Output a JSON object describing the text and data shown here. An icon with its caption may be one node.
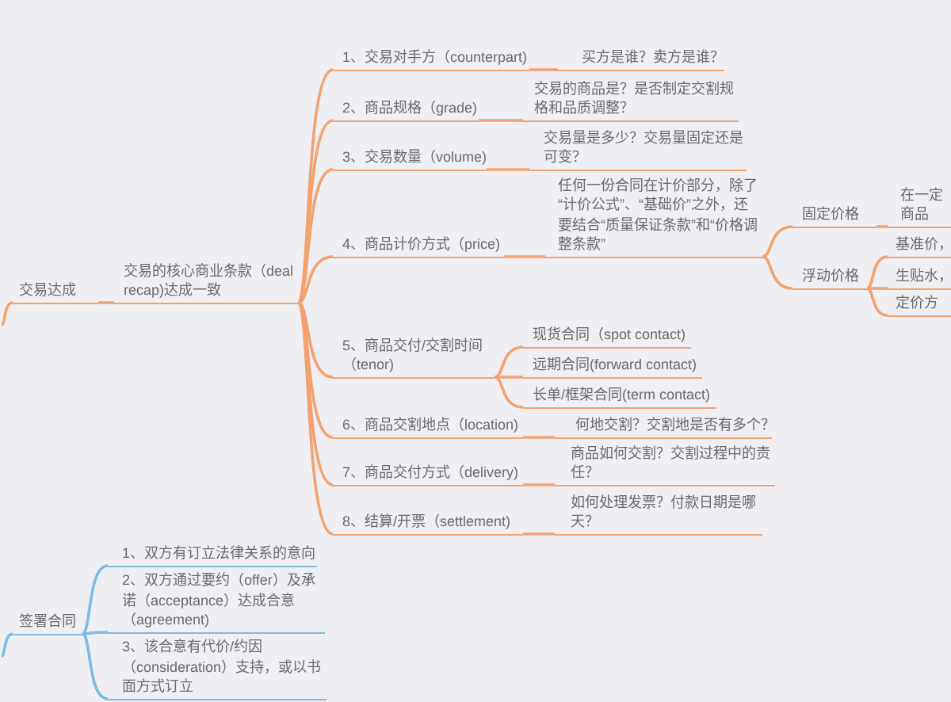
{
  "diagram": {
    "nodes": [
      {
        "text": [
          "交易达成"
        ]
      },
      {
        "text": [
          "交易的核心商业条款（deal recap)达成一致"
        ]
      },
      {
        "text": [
          "1、交易对手方（counterpart)"
        ]
      },
      {
        "text": [
          "买方是谁？卖方是谁？"
        ]
      },
      {
        "text": [
          "2、商品规格（grade)"
        ]
      },
      {
        "text": [
          "交易的商品是？是否制定交割规格和品质调整？"
        ]
      },
      {
        "text": [
          "3、交易数量（volume)"
        ]
      },
      {
        "text": [
          "交易量是多少？交易量固定还是可变？"
        ]
      },
      {
        "text": [
          "4、商品计价方式（price)"
        ]
      },
      {
        "text": [
          "任何一份合同在计价部分，除了“计价公式”、“基础价”之外，还要结合“质量保证条款”和“价格调整条款”"
        ]
      },
      {
        "text": [
          "固定价格"
        ]
      },
      {
        "text": [
          "在一定商品"
        ]
      },
      {
        "text": [
          "浮动价格"
        ]
      },
      {
        "text": [
          "基准价，"
        ]
      },
      {
        "text": [
          "生贴水，"
        ]
      },
      {
        "text": [
          "定价方"
        ]
      },
      {
        "text": [
          "5、商品交付/交割时间（tenor)"
        ]
      },
      {
        "text": [
          "现货合同（spot contact)"
        ]
      },
      {
        "text": [
          "远期合同(forward contact)"
        ]
      },
      {
        "text": [
          "长单/框架合同(term contact)"
        ]
      },
      {
        "text": [
          "6、商品交割地点（location)"
        ]
      },
      {
        "text": [
          "何地交割？交割地是否有多个？"
        ]
      },
      {
        "text": [
          "7、商品交付方式（delivery)"
        ]
      },
      {
        "text": [
          "商品如何交割？交割过程中的责任？"
        ]
      },
      {
        "text": [
          "8、结算/开票（settlement)"
        ]
      },
      {
        "text": [
          "如何处理发票？付款日期是哪天？"
        ]
      },
      {
        "text": [
          "签署合同"
        ]
      },
      {
        "text": [
          "1、双方有订立法律关系的意向"
        ]
      },
      {
        "text": [
          "2、双方通过要约（offer）及承诺（acceptance）达成合意（agreement)"
        ]
      },
      {
        "text": [
          "3、该合意有代价/约因（consideration）支持，或以书面方式订立"
        ]
      }
    ],
    "edges": [
      {
        "from": null,
        "to": 0,
        "arrow": "none"
      },
      {
        "from": 0,
        "to": 1,
        "arrow": "none"
      },
      {
        "from": 1,
        "to": 2,
        "arrow": "none"
      },
      {
        "from": 1,
        "to": 4,
        "arrow": "none"
      },
      {
        "from": 1,
        "to": 6,
        "arrow": "none"
      },
      {
        "from": 1,
        "to": 8,
        "arrow": "none"
      },
      {
        "from": 1,
        "to": 16,
        "arrow": "none"
      },
      {
        "from": 1,
        "to": 20,
        "arrow": "none"
      },
      {
        "from": 1,
        "to": 22,
        "arrow": "none"
      },
      {
        "from": 1,
        "to": 24,
        "arrow": "none"
      },
      {
        "from": 2,
        "to": 3,
        "arrow": "none"
      },
      {
        "from": 4,
        "to": 5,
        "arrow": "none"
      },
      {
        "from": 6,
        "to": 7,
        "arrow": "none"
      },
      {
        "from": 8,
        "to": 9,
        "arrow": "none"
      },
      {
        "from": 9,
        "to": 10,
        "arrow": "none"
      },
      {
        "from": 9,
        "to": 12,
        "arrow": "none"
      },
      {
        "from": 10,
        "to": 11,
        "arrow": "none"
      },
      {
        "from": 12,
        "to": 13,
        "arrow": "none"
      },
      {
        "from": 12,
        "to": 14,
        "arrow": "none"
      },
      {
        "from": 12,
        "to": 15,
        "arrow": "none"
      },
      {
        "from": 16,
        "to": 17,
        "arrow": "none"
      },
      {
        "from": 16,
        "to": 18,
        "arrow": "none"
      },
      {
        "from": 16,
        "to": 19,
        "arrow": "none"
      },
      {
        "from": 20,
        "to": 21,
        "arrow": "none"
      },
      {
        "from": 22,
        "to": 23,
        "arrow": "none"
      },
      {
        "from": 24,
        "to": 25,
        "arrow": "none"
      },
      {
        "from": null,
        "to": 26,
        "arrow": "none",
        "color": "#7dbbe4"
      },
      {
        "from": 26,
        "to": 27,
        "arrow": "none",
        "color": "#7dbbe4"
      },
      {
        "from": 26,
        "to": 28,
        "arrow": "none",
        "color": "#7dbbe4"
      },
      {
        "from": 26,
        "to": 29,
        "arrow": "none",
        "color": "#7dbbe4"
      }
    ]
  }
}
